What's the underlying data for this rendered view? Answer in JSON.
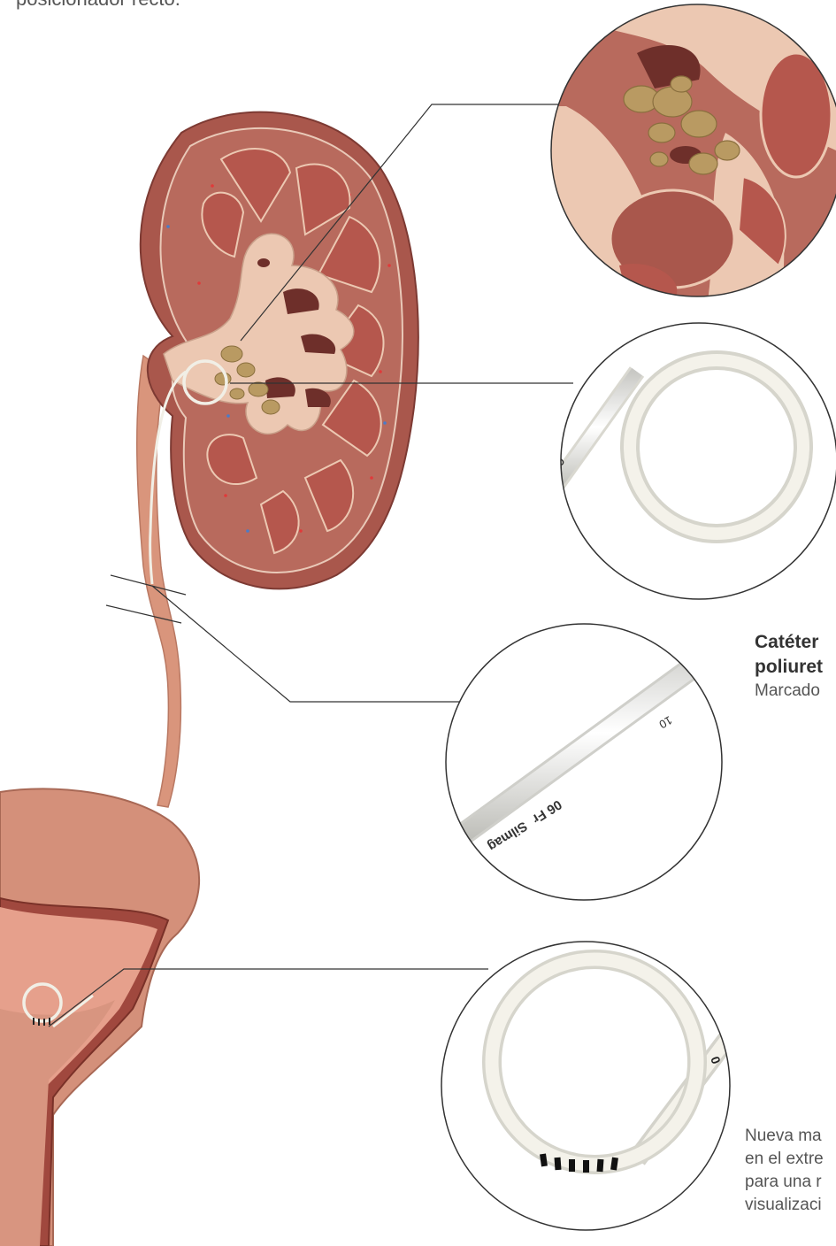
{
  "captions": {
    "top": "posicionador recto.",
    "catheter_title_1": "Catéter",
    "catheter_title_2": "poliuret",
    "catheter_sub": "Marcado",
    "marker_1": "Nueva ma",
    "marker_2": "en el extre",
    "marker_3": "para una r",
    "marker_4": "visualizaci"
  },
  "tube_print": {
    "brand": "Silmag",
    "size": "06 Fr",
    "mark": "10",
    "coil_mark": "0"
  },
  "colors": {
    "kidney_outer": "#a9574c",
    "cortex": "#b86a5d",
    "pyramid": "#b5574d",
    "sinus": "#ecc8b2",
    "stone": "#b99a62",
    "ureter": "#d9957c",
    "bladder": "#d4907a",
    "catheter": "#f1efe6",
    "leader_line": "#333333"
  }
}
